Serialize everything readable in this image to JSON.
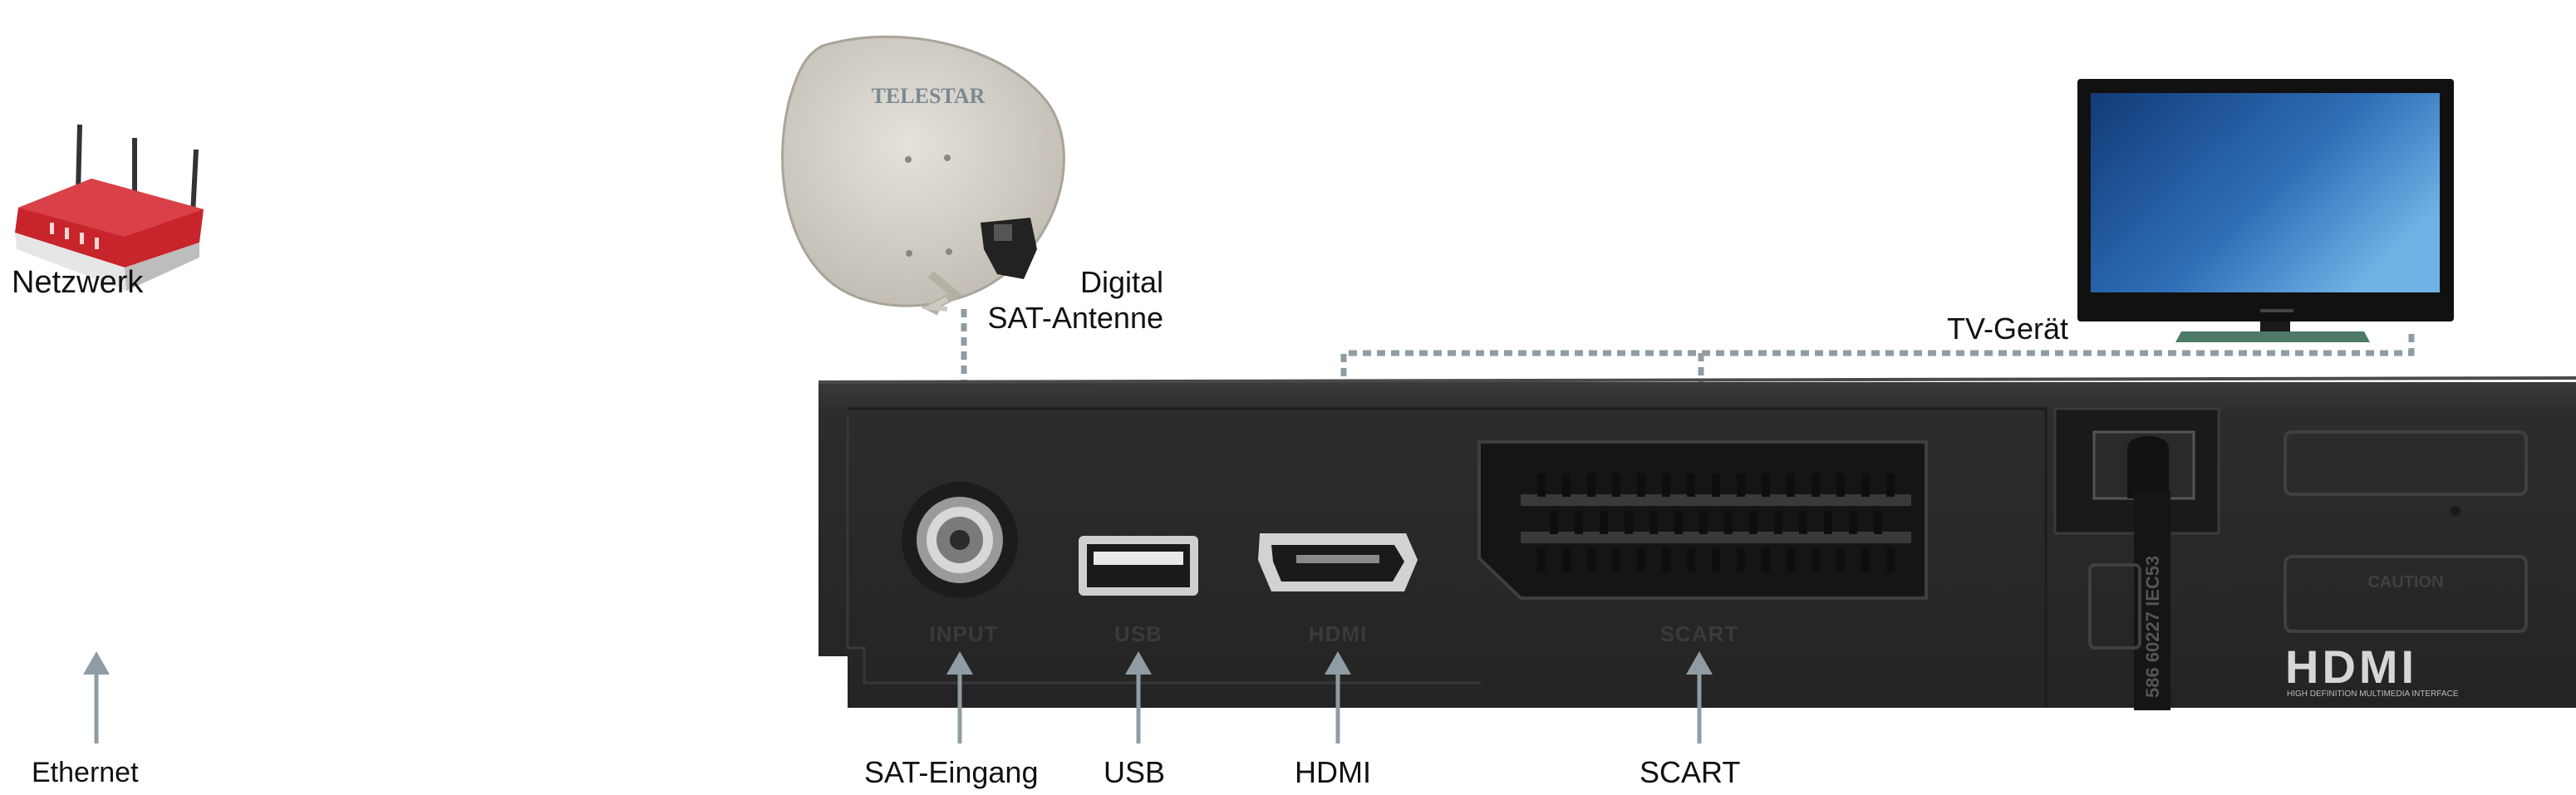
{
  "labels": {
    "network": "Netzwerk",
    "ethernet": "Ethernet",
    "antenna_line1": "Digital",
    "antenna_line2": "SAT-Antenne",
    "tv": "TV-Gerät",
    "sat_input": "SAT-Eingang",
    "usb": "USB",
    "hdmi": "HDMI",
    "scart": "SCART"
  },
  "device": {
    "ports": {
      "input": "INPUT",
      "usb": "USB",
      "hdmi": "HDMI",
      "scart": "SCART"
    },
    "hdmi_logo": "HDMI",
    "hdmi_logo_sub": "HIGH DEFINITION MULTIMEDIA INTERFACE",
    "caution": "CAUTION",
    "cable_print": "586 60227 IEC53"
  },
  "dish_brand": "TELESTAR",
  "colors": {
    "device_body": "#2b2b2b",
    "cable_line": "#8f9ca3",
    "arrow": "#8f9ca3",
    "router_red": "#c8242b",
    "dish": "#d8d4cb",
    "tv_screen": "#2f6fb8"
  }
}
